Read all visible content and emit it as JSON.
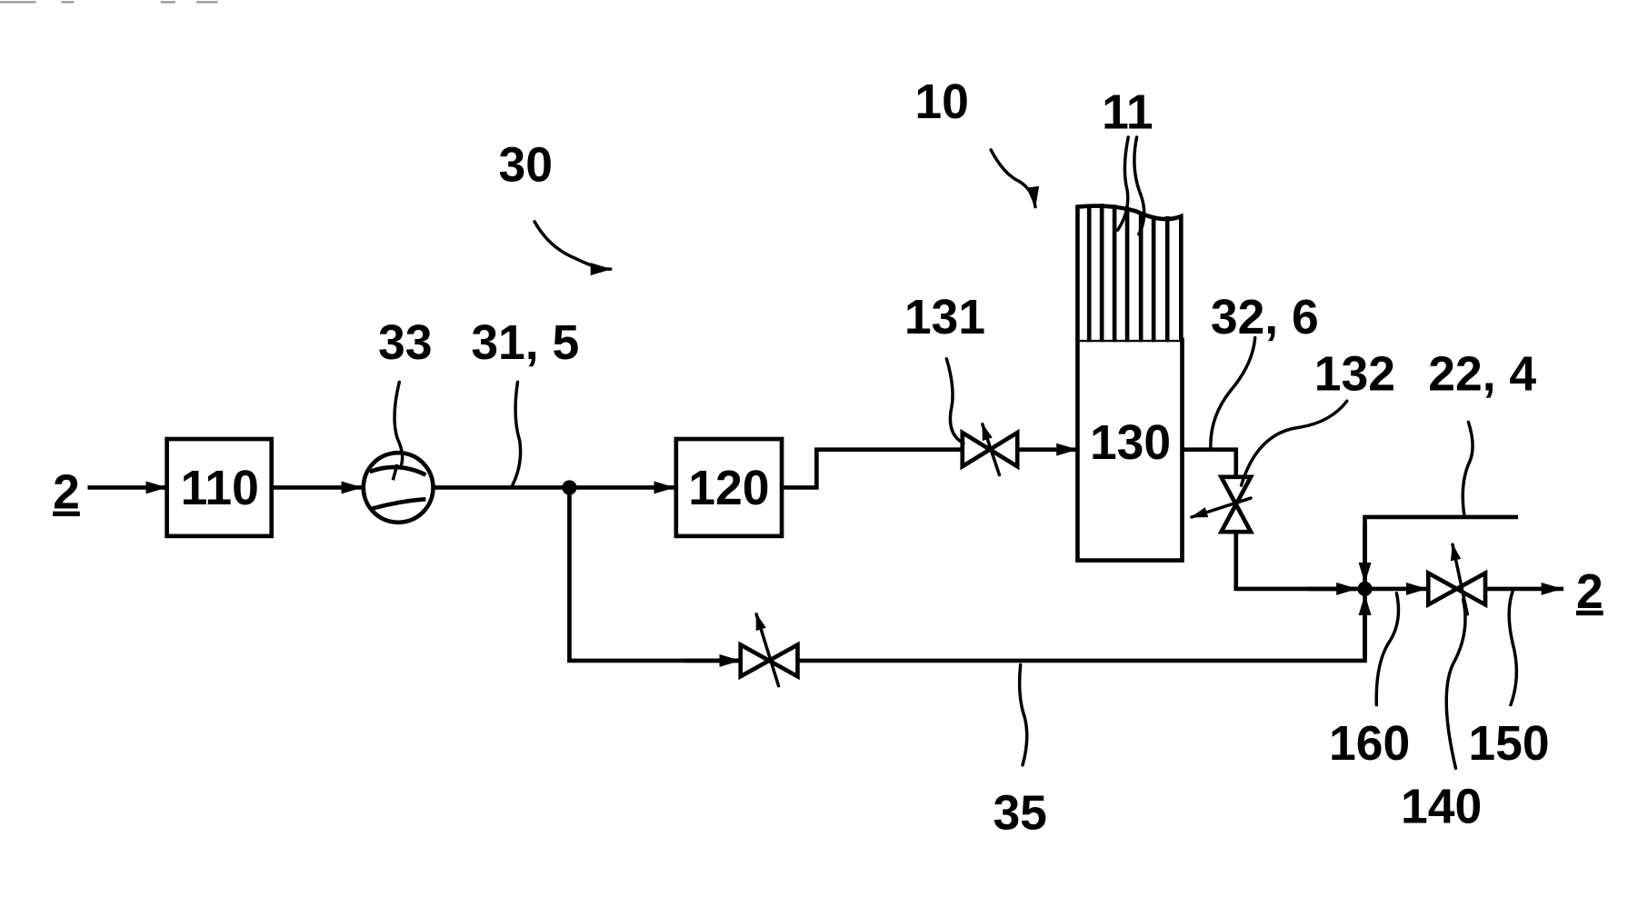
{
  "figure": {
    "description": "Fluid system schematic with compressor, heat exchangers, fuel cell stack and bypass line",
    "colors": {
      "ink": "#000000",
      "paper": "#ffffff"
    }
  },
  "components": {
    "box_110": "110",
    "box_120": "120",
    "box_130": "130"
  },
  "labels": {
    "inlet": "2",
    "outlet": "2",
    "l10": "10",
    "l11": "11",
    "l30": "30",
    "l33": "33",
    "l31_5": "31, 5",
    "l131": "131",
    "l32_6": "32, 6",
    "l132": "132",
    "l22_4": "22, 4",
    "l35": "35",
    "l160": "160",
    "l140": "140",
    "l150": "150"
  }
}
